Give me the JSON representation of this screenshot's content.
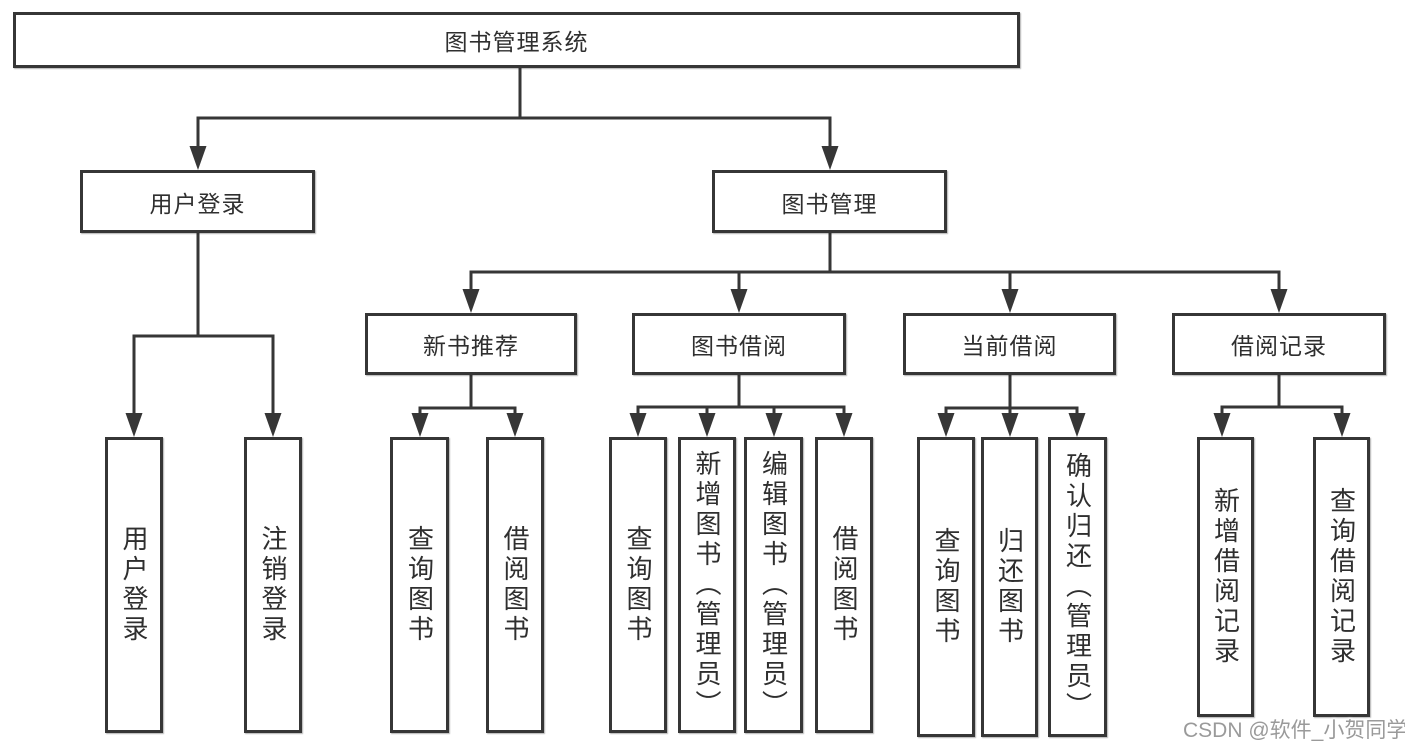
{
  "tree": {
    "root": {
      "label": "图书管理系统",
      "children": [
        {
          "label": "用户登录",
          "children": [
            {
              "label": "用户登录"
            },
            {
              "label": "注销登录"
            }
          ]
        },
        {
          "label": "图书管理",
          "children": [
            {
              "label": "新书推荐",
              "children": [
                {
                  "label": "查询图书"
                },
                {
                  "label": "借阅图书"
                }
              ]
            },
            {
              "label": "图书借阅",
              "children": [
                {
                  "label": "查询图书"
                },
                {
                  "label": "新增图书（管理员）"
                },
                {
                  "label": "编辑图书（管理员）"
                },
                {
                  "label": "借阅图书"
                }
              ]
            },
            {
              "label": "当前借阅",
              "children": [
                {
                  "label": "查询图书"
                },
                {
                  "label": "归还图书"
                },
                {
                  "label": "确认归还（管理员）"
                }
              ]
            },
            {
              "label": "借阅记录",
              "children": [
                {
                  "label": "新增借阅记录"
                },
                {
                  "label": "查询借阅记录"
                }
              ]
            }
          ]
        }
      ]
    }
  },
  "watermark": "CSDN @软件_小贺同学",
  "colors": {
    "line": "#363636",
    "box_border": "#363636",
    "text": "#2f2f2f",
    "watermark": "#9a9a9a",
    "background": "#ffffff"
  }
}
